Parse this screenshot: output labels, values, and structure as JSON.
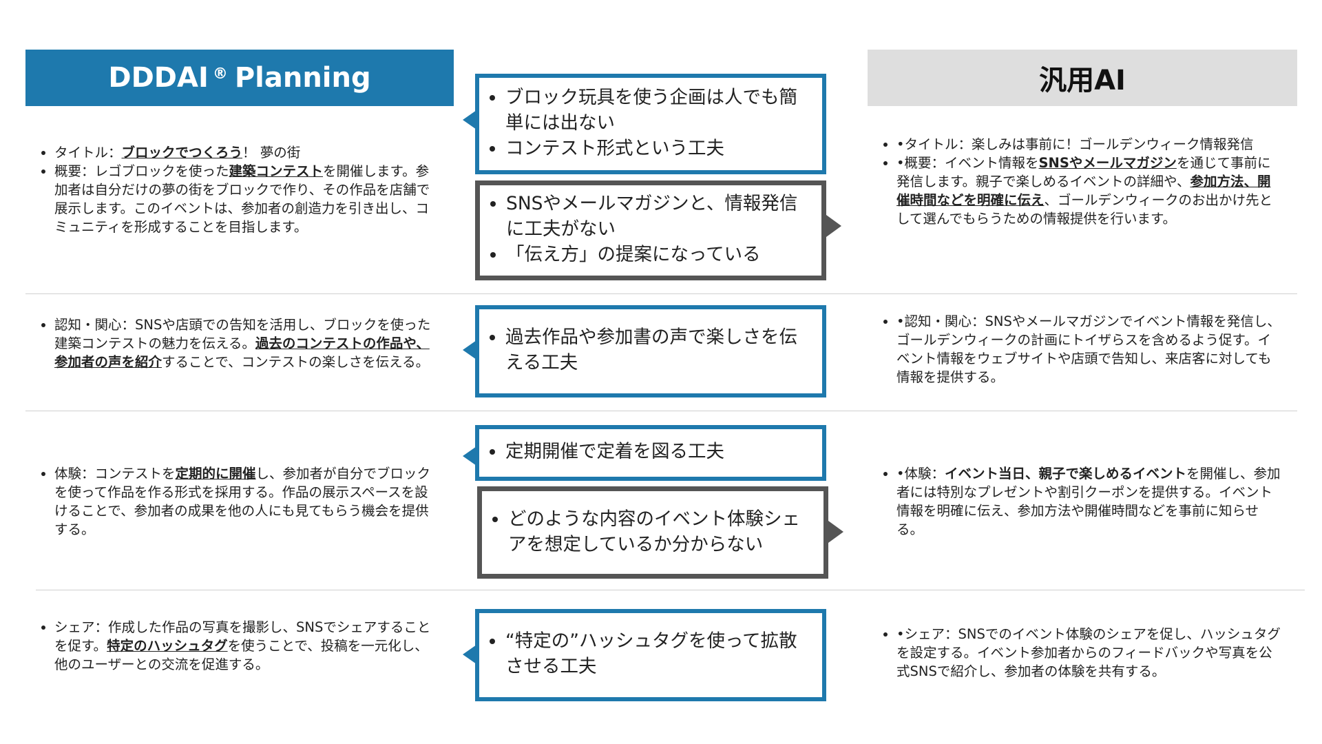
{
  "headers": {
    "left_title": "DDDAI",
    "left_mark": "®",
    "left_suffix": "Planning",
    "right_title": "汎用AI"
  },
  "rows": [
    {
      "left": {
        "item1_prefix": "タイトル：",
        "item1_bold": "ブロックでつくろう",
        "item1_suffix": "！ 夢の街",
        "item2_prefix": "概要：レゴブロックを使った",
        "item2_bold": "建築コンテスト",
        "item2_suffix": "を開催します。参加者は自分だけの夢の街をブロックで作り、その作品を店舗で展示します。このイベントは、参加者の創造力を引き出し、コミュニティを形成することを目指します。"
      },
      "callout_blue": [
        "ブロック玩具を使う企画は人でも簡単には出ない",
        "コンテスト形式という工夫"
      ],
      "callout_gray": [
        "SNSやメールマガジンと、情報発信に工夫がない",
        "「伝え方」の提案になっている"
      ],
      "right": {
        "item1": "•タイトル：楽しみは事前に！ゴールデンウィーク情報発信",
        "item2_prefix": "•概要：イベント情報を",
        "item2_bold1": "SNSやメールマガジン",
        "item2_mid": "を通じて事前に発信します。親子で楽しめるイベントの詳細や、",
        "item2_bold2": "参加方法、開催時間などを明確に伝え",
        "item2_suffix": "、ゴールデンウィークのお出かけ先として選んでもらうための情報提供を行います。"
      }
    },
    {
      "left": {
        "prefix": "認知・関心：SNSや店頭での告知を活用し、ブロックを使った建築コンテストの魅力を伝える。",
        "bold": "過去のコンテストの作品や、参加者の声を紹介",
        "suffix": "することで、コンテストの楽しさを伝える。"
      },
      "callout_blue": [
        "過去作品や参加書の声で楽しさを伝える工夫"
      ],
      "right": {
        "text": "•認知・関心：SNSやメールマガジンでイベント情報を発信し、ゴールデンウィークの計画にトイザらスを含めるよう促す。イベント情報をウェブサイトや店頭で告知し、来店客に対しても情報を提供する。"
      }
    },
    {
      "left": {
        "prefix": "体験：コンテストを",
        "bold": "定期的に開催",
        "suffix": "し、参加者が自分でブロックを使って作品を作る形式を採用する。作品の展示スペースを設けることで、参加者の成果を他の人にも見てもらう機会を提供する。"
      },
      "callout_blue": [
        "定期開催で定着を図る工夫"
      ],
      "callout_gray": [
        "どのような内容のイベント体験シェアを想定しているか分からない"
      ],
      "right": {
        "prefix": "•体験：",
        "bold": "イベント当日、親子で楽しめるイベント",
        "suffix": "を開催し、参加者には特別なプレゼントや割引クーポンを提供する。イベント情報を明確に伝え、参加方法や開催時間などを事前に知らせる。"
      }
    },
    {
      "left": {
        "prefix": "シェア：作成した作品の写真を撮影し、SNSでシェアすることを促す。",
        "bold": "特定のハッシュタグ",
        "suffix": "を使うことで、投稿を一元化し、他のユーザーとの交流を促進する。"
      },
      "callout_blue": [
        "“特定の”ハッシュタグを使って拡散させる工夫"
      ],
      "right": {
        "text": "•シェア：SNSでのイベント体験のシェアを促し、ハッシュタグを設定する。イベント参加者からのフィードバックや写真を公式SNSで紹介し、参加者の体験を共有する。"
      }
    }
  ],
  "colors": {
    "blue": "#1e79ad",
    "gray_border": "#555555",
    "gray_header": "#dedede"
  }
}
